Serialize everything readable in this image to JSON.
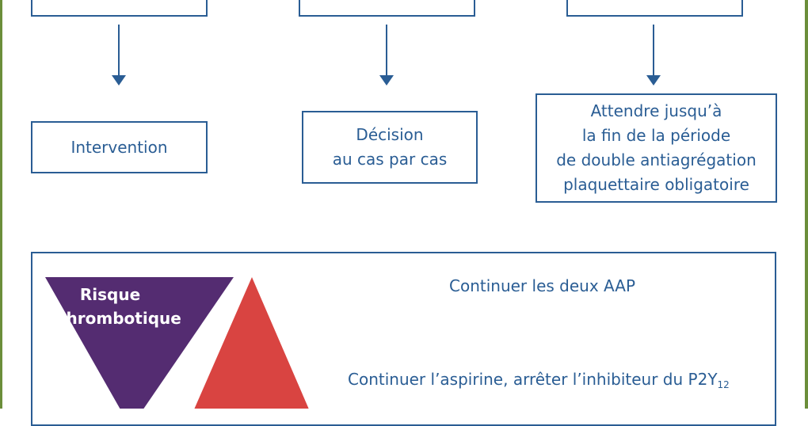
{
  "colors": {
    "frame": "#6b8e3a",
    "primary": "#2a5d94",
    "thrombotic_triangle": "#542c71",
    "bleeding_triangle": "#d94441"
  },
  "flow": {
    "result_boxes": [
      {
        "text": "Intervention"
      },
      {
        "text": "Décision\nau cas par cas"
      },
      {
        "text": "Attendre jusqu’à\nla fin de la période\nde double antiagrégation\nplaquettaire obligatoire"
      }
    ]
  },
  "risk": {
    "thrombotic_label": "Risque\nthrombotique"
  },
  "recommendations": {
    "continue_both": "Continuer les deux AAP",
    "continue_aspirin_main": "Continuer l’aspirine, arrêter l’inhibiteur du P2Y",
    "continue_aspirin_sub": "12"
  }
}
